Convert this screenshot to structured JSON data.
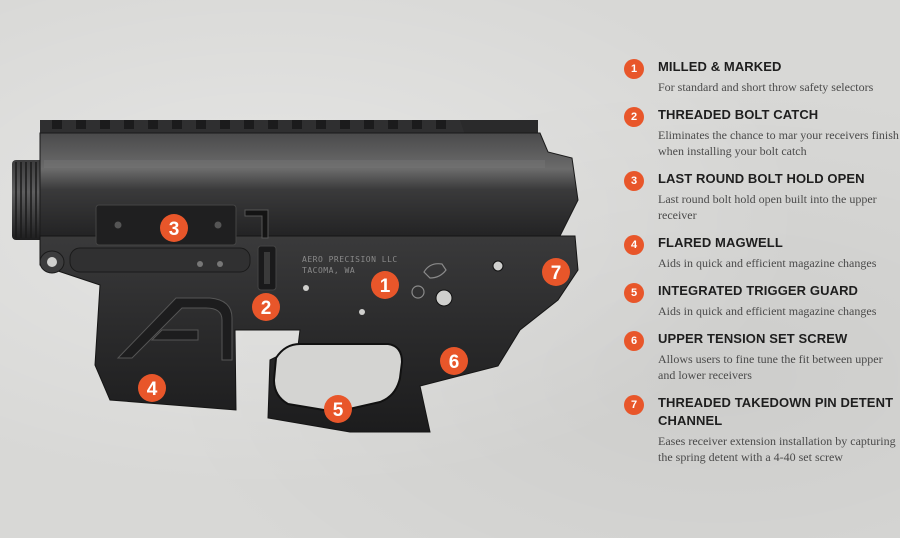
{
  "engraving": {
    "line1": "AERO PRECISION LLC",
    "line2": "TACOMA, WA"
  },
  "markers": [
    "1",
    "2",
    "3",
    "4",
    "5",
    "6",
    "7"
  ],
  "features": [
    {
      "num": "1",
      "title": "MILLED & MARKED",
      "desc": "For standard and short throw safety selectors"
    },
    {
      "num": "2",
      "title": "THREADED BOLT CATCH",
      "desc": "Eliminates the chance to mar your receivers finish when installing your bolt catch"
    },
    {
      "num": "3",
      "title": "LAST ROUND BOLT HOLD OPEN",
      "desc": "Last round bolt hold open built into the upper receiver"
    },
    {
      "num": "4",
      "title": "FLARED MAGWELL",
      "desc": "Aids in quick and efficient magazine changes"
    },
    {
      "num": "5",
      "title": "INTEGRATED TRIGGER GUARD",
      "desc": "Aids in quick and efficient magazine changes"
    },
    {
      "num": "6",
      "title": "UPPER TENSION SET SCREW",
      "desc": "Allows users to fine tune the fit between upper and lower receivers"
    },
    {
      "num": "7",
      "title": "THREADED TAKEDOWN PIN DETENT CHANNEL",
      "desc": "Eases receiver extension installation by capturing the spring detent with a 4-40 set screw"
    }
  ],
  "colors": {
    "accent": "#e8562a",
    "receiver": "#2a2a2b",
    "background": "#d8d8d6"
  }
}
